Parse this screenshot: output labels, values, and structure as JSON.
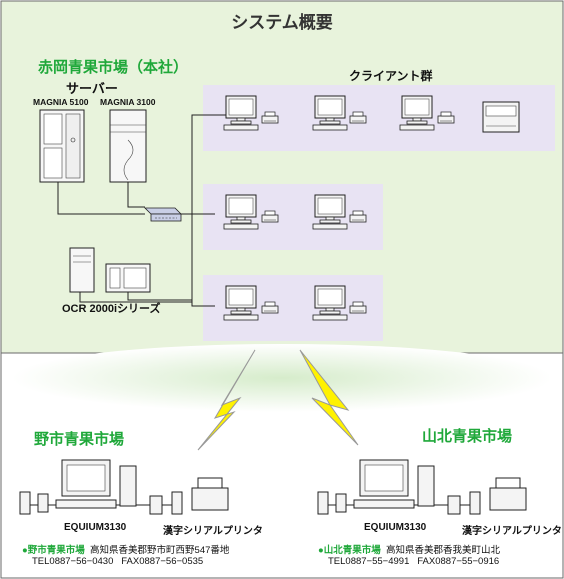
{
  "title": "システム概要",
  "headquarters": {
    "name": "赤岡青果市場（本社）",
    "server_label": "サーバー",
    "server_models": [
      "MAGNIA 5100",
      "MAGNIA 3100"
    ],
    "ocr_label": "OCR 2000iシリーズ",
    "clients_label": "クライアント群"
  },
  "branches": [
    {
      "title": "野市青果市場",
      "pc_model": "EQUIUM3130",
      "printer_label": "漢字シリアルプリンタ",
      "bullet": "●",
      "name": "野市青果市場",
      "address": "高知県香美郡野市町西野547番地",
      "tel": "TEL0887−56−0430",
      "fax": "FAX0887−56−0535"
    },
    {
      "title": "山北青果市場",
      "pc_model": "EQUIUM3130",
      "printer_label": "漢字シリアルプリンタ",
      "bullet": "●",
      "name": "山北青果市場",
      "address": "高知県香美郡香我美町山北",
      "tel": "TEL0887−55−4991",
      "fax": "FAX0887−55−0916"
    }
  ],
  "colors": {
    "hq_background": "#e8f3dc",
    "client_panel": "#e8e3f3",
    "accent_green": "#1fa83a",
    "lightning": "#fff200"
  }
}
